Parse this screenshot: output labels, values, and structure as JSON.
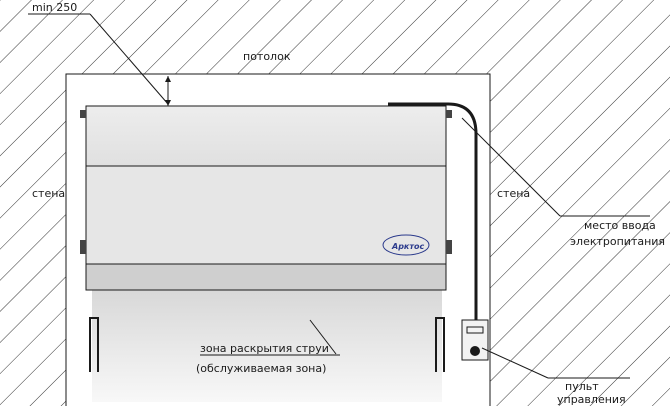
{
  "labels": {
    "min_clearance": "min 250",
    "ceiling": "потолок",
    "wall_left": "стена",
    "wall_right": "стена",
    "power_entry_line1": "место ввода",
    "power_entry_line2": "электропитания",
    "jet_zone_line1": "зона раскрытия струи",
    "jet_zone_line2": "(обслуживаемая зона)",
    "remote_line1": "пульт",
    "remote_line2": "управления",
    "brand": "Арктос"
  },
  "colors": {
    "hatch": "#333333",
    "unit_body": "#e6e6e6",
    "unit_bottom": "#cfcfcf",
    "line": "#1a1a1a",
    "brand": "#2b3a8c"
  }
}
